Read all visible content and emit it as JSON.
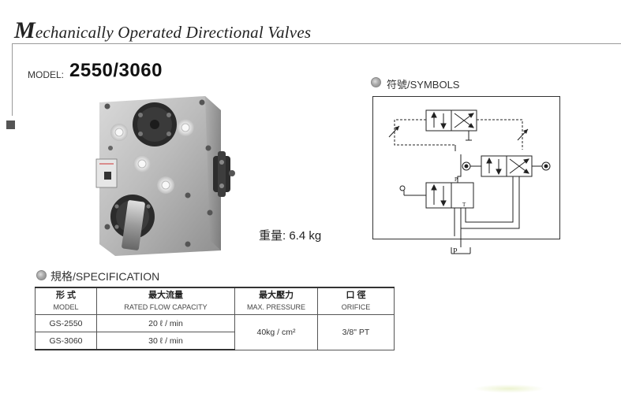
{
  "header": {
    "title_cap": "M",
    "title_rest": "echanically Operated Directional Valves"
  },
  "model": {
    "label": "MODEL:",
    "number": "2550/3060"
  },
  "weight": "重量: 6.4 kg",
  "symbols": {
    "label": "符號/SYMBOLS",
    "port_p_upper": "P",
    "port_t": "T",
    "port_p_bottom": "P"
  },
  "specification": {
    "label": "規格/SPECIFICATION",
    "headers": [
      {
        "zh": "形 式",
        "en": "MODEL"
      },
      {
        "zh": "最大流量",
        "en": "RATED FLOW CAPACITY"
      },
      {
        "zh": "最大壓力",
        "en": "MAX. PRESSURE"
      },
      {
        "zh": "口 徑",
        "en": "ORIFICE"
      }
    ],
    "rows": [
      {
        "model": "GS-2550",
        "flow": "20 ℓ / min"
      },
      {
        "model": "GS-3060",
        "flow": "30 ℓ / min"
      }
    ],
    "pressure": "40kg / cm²",
    "orifice": "3/8\" PT"
  }
}
